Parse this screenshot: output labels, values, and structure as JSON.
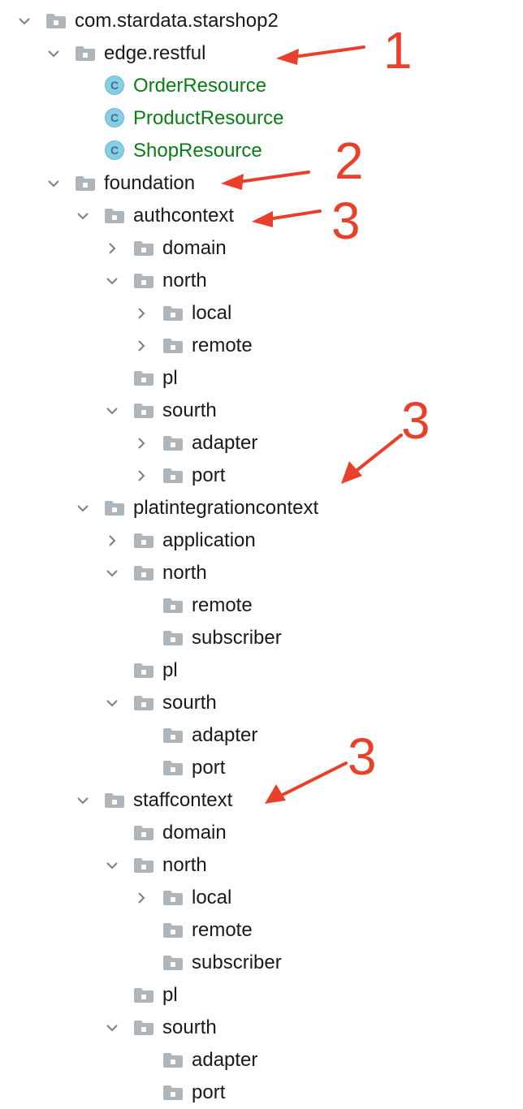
{
  "tree": {
    "nodes": [
      {
        "label": "com.stardata.starshop2",
        "type": "folder",
        "expanded": true
      },
      {
        "label": "edge.restful",
        "type": "folder",
        "expanded": true
      },
      {
        "label": "OrderResource",
        "type": "class",
        "icon_letter": "C"
      },
      {
        "label": "ProductResource",
        "type": "class",
        "icon_letter": "C"
      },
      {
        "label": "ShopResource",
        "type": "class",
        "icon_letter": "C"
      },
      {
        "label": "foundation",
        "type": "folder",
        "expanded": true
      },
      {
        "label": "authcontext",
        "type": "folder",
        "expanded": true
      },
      {
        "label": "domain",
        "type": "folder",
        "expanded": false
      },
      {
        "label": "north",
        "type": "folder",
        "expanded": true
      },
      {
        "label": "local",
        "type": "folder",
        "expanded": false
      },
      {
        "label": "remote",
        "type": "folder",
        "expanded": false
      },
      {
        "label": "pl",
        "type": "folder"
      },
      {
        "label": "sourth",
        "type": "folder",
        "expanded": true
      },
      {
        "label": "adapter",
        "type": "folder",
        "expanded": false
      },
      {
        "label": "port",
        "type": "folder",
        "expanded": false
      },
      {
        "label": "platintegrationcontext",
        "type": "folder",
        "expanded": true
      },
      {
        "label": "application",
        "type": "folder",
        "expanded": false
      },
      {
        "label": "north",
        "type": "folder",
        "expanded": true
      },
      {
        "label": "remote",
        "type": "folder"
      },
      {
        "label": "subscriber",
        "type": "folder"
      },
      {
        "label": "pl",
        "type": "folder"
      },
      {
        "label": "sourth",
        "type": "folder",
        "expanded": true
      },
      {
        "label": "adapter",
        "type": "folder"
      },
      {
        "label": "port",
        "type": "folder"
      },
      {
        "label": "staffcontext",
        "type": "folder",
        "expanded": true
      },
      {
        "label": "domain",
        "type": "folder"
      },
      {
        "label": "north",
        "type": "folder",
        "expanded": true
      },
      {
        "label": "local",
        "type": "folder",
        "expanded": false
      },
      {
        "label": "remote",
        "type": "folder"
      },
      {
        "label": "subscriber",
        "type": "folder"
      },
      {
        "label": "pl",
        "type": "folder"
      },
      {
        "label": "sourth",
        "type": "folder",
        "expanded": true
      },
      {
        "label": "adapter",
        "type": "folder"
      },
      {
        "label": "port",
        "type": "folder"
      }
    ]
  },
  "annotations": {
    "markers": [
      "1",
      "2",
      "3",
      "3",
      "3"
    ]
  },
  "colors": {
    "folder": "#aeb5bb",
    "class_icon": "#87cde6",
    "class_text": "#0a7d16",
    "arrow": "#e8402a"
  }
}
